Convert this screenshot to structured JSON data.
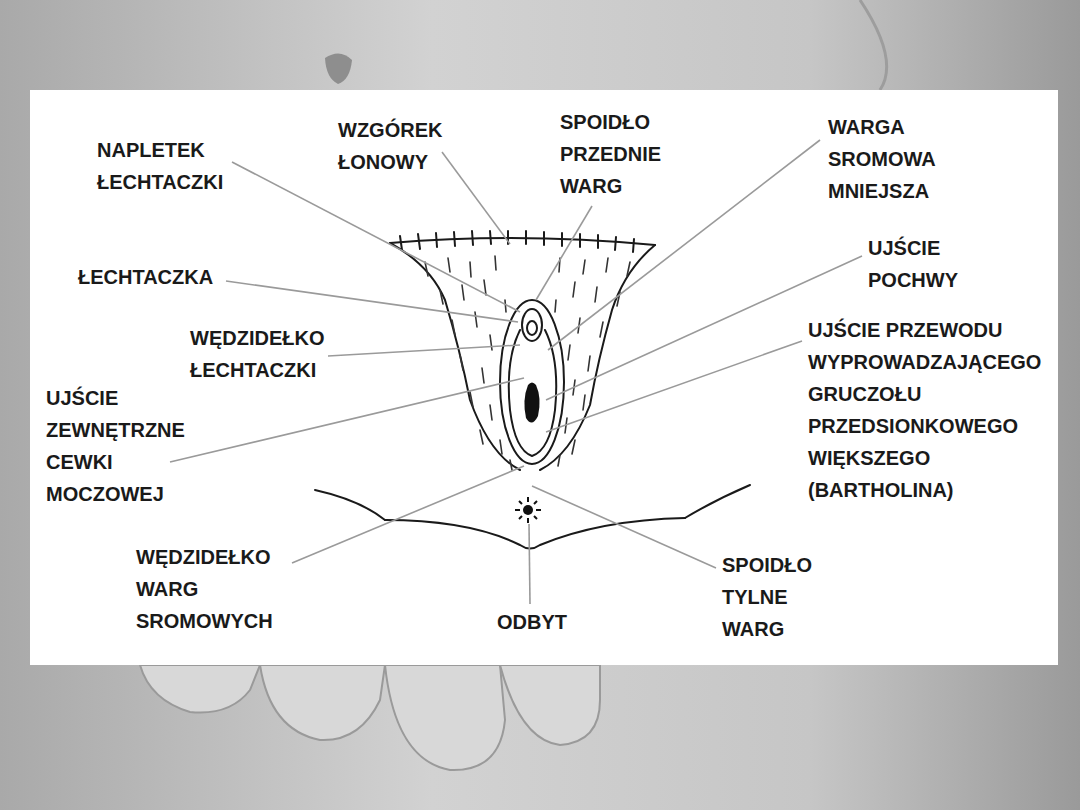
{
  "diagram": {
    "labels": [
      "NAPLETEK ŁECHTACZKI",
      "WZGÓREK ŁONOWY",
      "SPOIDŁO PRZEDNIE WARG",
      "WARGA SROMOWA MNIEJSZA",
      "ŁECHTACZKA",
      "UJŚCIE POCHWY",
      "WĘDZIDEŁKO ŁECHTACZKI",
      "UJŚCIE PRZEWODU WYPROWADZAJĄCEGO GRUCZOŁU PRZEDSIONKOWEGO WIĘKSZEGO (BARTHOLINA)",
      "UJŚCIE ZEWNĘTRZNE CEWKI MOCZOWEJ",
      "WĘDZIDEŁKO WARG SROMOWYCH",
      "ODBYT",
      "SPOIDŁO TYLNE WARG"
    ]
  }
}
